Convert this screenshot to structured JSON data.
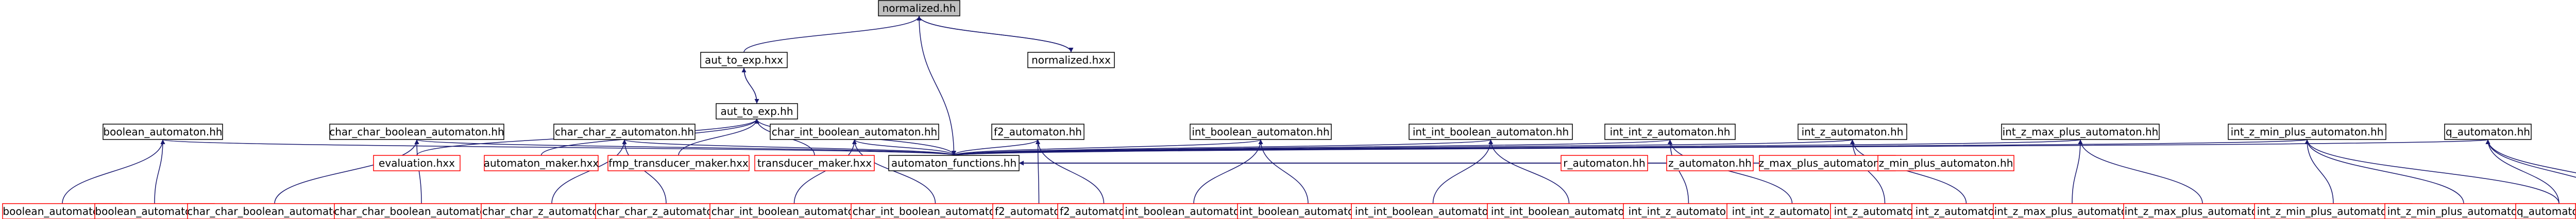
{
  "colors": {
    "edge": "#191970",
    "node_border_black": "#000000",
    "node_border_red": "#ff0000",
    "node_text": "#000000",
    "highlight_fill": "#bfbfbf",
    "background": "#ffffff"
  },
  "nodes": [
    {
      "id": "normalized",
      "label": "normalized.hh",
      "border": "black",
      "highlight": true
    },
    {
      "id": "aut_to_exp_hxx",
      "label": "aut_to_exp.hxx",
      "border": "black"
    },
    {
      "id": "normalized_hxx",
      "label": "normalized.hxx",
      "border": "black"
    },
    {
      "id": "aut_to_exp_hh",
      "label": "aut_to_exp.hh",
      "border": "black"
    },
    {
      "id": "evaluation_hxx",
      "label": "evaluation.hxx",
      "border": "red"
    },
    {
      "id": "automaton_maker_hxx",
      "label": "automaton_maker.hxx",
      "border": "red"
    },
    {
      "id": "fmp_transducer_maker_hxx",
      "label": "fmp_transducer_maker.hxx",
      "border": "red"
    },
    {
      "id": "transducer_maker_hxx",
      "label": "transducer_maker.hxx",
      "border": "red"
    },
    {
      "id": "automaton_functions",
      "label": "automaton_functions.hh",
      "border": "black"
    },
    {
      "id": "r_automaton",
      "label": "r_automaton.hh",
      "border": "red"
    },
    {
      "id": "z_automaton",
      "label": "z_automaton.hh",
      "border": "red"
    },
    {
      "id": "z_max_plus_automaton",
      "label": "z_max_plus_automaton.hh",
      "border": "red"
    },
    {
      "id": "z_min_plus_automaton",
      "label": "z_min_plus_automaton.hh",
      "border": "red"
    },
    {
      "id": "boolean_automaton",
      "label": "boolean_automaton.hh",
      "border": "black"
    },
    {
      "id": "char_char_boolean_automaton",
      "label": "char_char_boolean_automaton.hh",
      "border": "black"
    },
    {
      "id": "char_char_z_automaton",
      "label": "char_char_z_automaton.hh",
      "border": "black"
    },
    {
      "id": "char_int_boolean_automaton",
      "label": "char_int_boolean_automaton.hh",
      "border": "black"
    },
    {
      "id": "f2_automaton",
      "label": "f2_automaton.hh",
      "border": "black"
    },
    {
      "id": "int_boolean_automaton",
      "label": "int_boolean_automaton.hh",
      "border": "black"
    },
    {
      "id": "int_int_boolean_automaton",
      "label": "int_int_boolean_automaton.hh",
      "border": "black"
    },
    {
      "id": "int_int_z_automaton",
      "label": "int_int_z_automaton.hh",
      "border": "black"
    },
    {
      "id": "int_z_automaton",
      "label": "int_z_automaton.hh",
      "border": "black"
    },
    {
      "id": "int_z_max_plus_automaton",
      "label": "int_z_max_plus_automaton.hh",
      "border": "black"
    },
    {
      "id": "int_z_min_plus_automaton",
      "label": "int_z_min_plus_automaton.hh",
      "border": "black"
    },
    {
      "id": "q_automaton",
      "label": "q_automaton.hh",
      "border": "black"
    },
    {
      "id": "l_boolean_automaton",
      "label": "boolean_automaton.hh",
      "border": "red"
    },
    {
      "id": "l_boolean_automaton_2",
      "label": "boolean_automaton.hh",
      "border": "red"
    },
    {
      "id": "l_char_char_boolean",
      "label": "char_char_boolean_automaton.hh",
      "border": "red"
    },
    {
      "id": "l_char_char_boolean_2",
      "label": "char_char_boolean_automaton.hh",
      "border": "red"
    },
    {
      "id": "l_char_char_z",
      "label": "char_char_z_automaton.hh",
      "border": "red"
    },
    {
      "id": "l_char_char_z_2",
      "label": "char_char_z_automaton.hh",
      "border": "red"
    },
    {
      "id": "l_char_int_boolean",
      "label": "char_int_boolean_automaton.hh",
      "border": "red"
    },
    {
      "id": "l_char_int_boolean_2",
      "label": "char_int_boolean_automaton.hh",
      "border": "red"
    },
    {
      "id": "l_f2",
      "label": "f2_automaton.hh",
      "border": "red"
    },
    {
      "id": "l_f2_2",
      "label": "f2_automaton.hh",
      "border": "red"
    },
    {
      "id": "l_int_boolean",
      "label": "int_boolean_automaton.hh",
      "border": "red"
    },
    {
      "id": "l_int_boolean_2",
      "label": "int_boolean_automaton.hh",
      "border": "red"
    },
    {
      "id": "l_int_int_boolean",
      "label": "int_int_boolean_automaton.hh",
      "border": "red"
    },
    {
      "id": "l_int_int_boolean_2",
      "label": "int_int_boolean_automaton.hh",
      "border": "red"
    },
    {
      "id": "l_int_int_z",
      "label": "int_int_z_automaton.hh",
      "border": "red"
    },
    {
      "id": "l_int_int_z_2",
      "label": "int_int_z_automaton.hh",
      "border": "red"
    },
    {
      "id": "l_int_z",
      "label": "int_z_automaton.hh",
      "border": "red"
    },
    {
      "id": "l_int_z_2",
      "label": "int_z_automaton.hh",
      "border": "red"
    },
    {
      "id": "l_int_z_max_plus",
      "label": "int_z_max_plus_automaton.hh",
      "border": "red"
    },
    {
      "id": "l_int_z_max_plus_2",
      "label": "int_z_max_plus_automaton.hh",
      "border": "red"
    },
    {
      "id": "l_int_z_min_plus",
      "label": "int_z_min_plus_automaton.hh",
      "border": "red"
    },
    {
      "id": "l_int_z_min_plus_2",
      "label": "int_z_min_plus_automaton.hh",
      "border": "red"
    },
    {
      "id": "l_q",
      "label": "q_automaton.hh",
      "border": "red"
    },
    {
      "id": "l_q_2",
      "label": "q_automaton.hh",
      "border": "red"
    },
    {
      "id": "l_r",
      "label": "r_automaton.hh",
      "border": "red"
    }
  ],
  "edges": [
    [
      "normalized",
      "aut_to_exp_hxx"
    ],
    [
      "normalized",
      "normalized_hxx"
    ],
    [
      "normalized_hxx",
      "normalized"
    ],
    [
      "normalized",
      "automaton_functions"
    ],
    [
      "aut_to_exp_hxx",
      "aut_to_exp_hh"
    ],
    [
      "aut_to_exp_hh",
      "aut_to_exp_hxx"
    ],
    [
      "aut_to_exp_hh",
      "evaluation_hxx"
    ],
    [
      "aut_to_exp_hh",
      "automaton_maker_hxx"
    ],
    [
      "aut_to_exp_hh",
      "fmp_transducer_maker_hxx"
    ],
    [
      "aut_to_exp_hh",
      "transducer_maker_hxx"
    ],
    [
      "aut_to_exp_hh",
      "automaton_functions"
    ],
    [
      "automaton_functions",
      "r_automaton"
    ],
    [
      "automaton_functions",
      "z_automaton"
    ],
    [
      "automaton_functions",
      "z_max_plus_automaton"
    ],
    [
      "automaton_functions",
      "z_min_plus_automaton"
    ],
    [
      "automaton_functions",
      "boolean_automaton"
    ],
    [
      "automaton_functions",
      "char_char_boolean_automaton"
    ],
    [
      "automaton_functions",
      "char_char_z_automaton"
    ],
    [
      "automaton_functions",
      "char_int_boolean_automaton"
    ],
    [
      "automaton_functions",
      "f2_automaton"
    ],
    [
      "automaton_functions",
      "int_boolean_automaton"
    ],
    [
      "automaton_functions",
      "int_int_boolean_automaton"
    ],
    [
      "automaton_functions",
      "int_int_z_automaton"
    ],
    [
      "automaton_functions",
      "int_z_automaton"
    ],
    [
      "automaton_functions",
      "int_z_max_plus_automaton"
    ],
    [
      "automaton_functions",
      "int_z_min_plus_automaton"
    ],
    [
      "automaton_functions",
      "q_automaton"
    ],
    [
      "boolean_automaton",
      "l_boolean_automaton"
    ],
    [
      "boolean_automaton",
      "l_boolean_automaton_2"
    ],
    [
      "char_char_boolean_automaton",
      "l_char_char_boolean"
    ],
    [
      "char_char_boolean_automaton",
      "l_char_char_boolean_2"
    ],
    [
      "char_char_z_automaton",
      "l_char_char_z"
    ],
    [
      "char_char_z_automaton",
      "l_char_char_z_2"
    ],
    [
      "char_int_boolean_automaton",
      "l_char_int_boolean"
    ],
    [
      "char_int_boolean_automaton",
      "l_char_int_boolean_2"
    ],
    [
      "f2_automaton",
      "l_f2"
    ],
    [
      "f2_automaton",
      "l_f2_2"
    ],
    [
      "int_boolean_automaton",
      "l_int_boolean"
    ],
    [
      "int_boolean_automaton",
      "l_int_boolean_2"
    ],
    [
      "int_int_boolean_automaton",
      "l_int_int_boolean"
    ],
    [
      "int_int_boolean_automaton",
      "l_int_int_boolean_2"
    ],
    [
      "int_int_z_automaton",
      "l_int_int_z"
    ],
    [
      "int_int_z_automaton",
      "l_int_int_z_2"
    ],
    [
      "int_z_automaton",
      "l_int_z"
    ],
    [
      "int_z_automaton",
      "l_int_z_2"
    ],
    [
      "int_z_max_plus_automaton",
      "l_int_z_max_plus"
    ],
    [
      "int_z_max_plus_automaton",
      "l_int_z_max_plus_2"
    ],
    [
      "int_z_min_plus_automaton",
      "l_int_z_min_plus"
    ],
    [
      "int_z_min_plus_automaton",
      "l_int_z_min_plus_2"
    ],
    [
      "int_z_min_plus_automaton",
      "l_q"
    ],
    [
      "q_automaton",
      "l_q"
    ],
    [
      "q_automaton",
      "l_q_2"
    ],
    [
      "q_automaton",
      "l_r"
    ]
  ]
}
